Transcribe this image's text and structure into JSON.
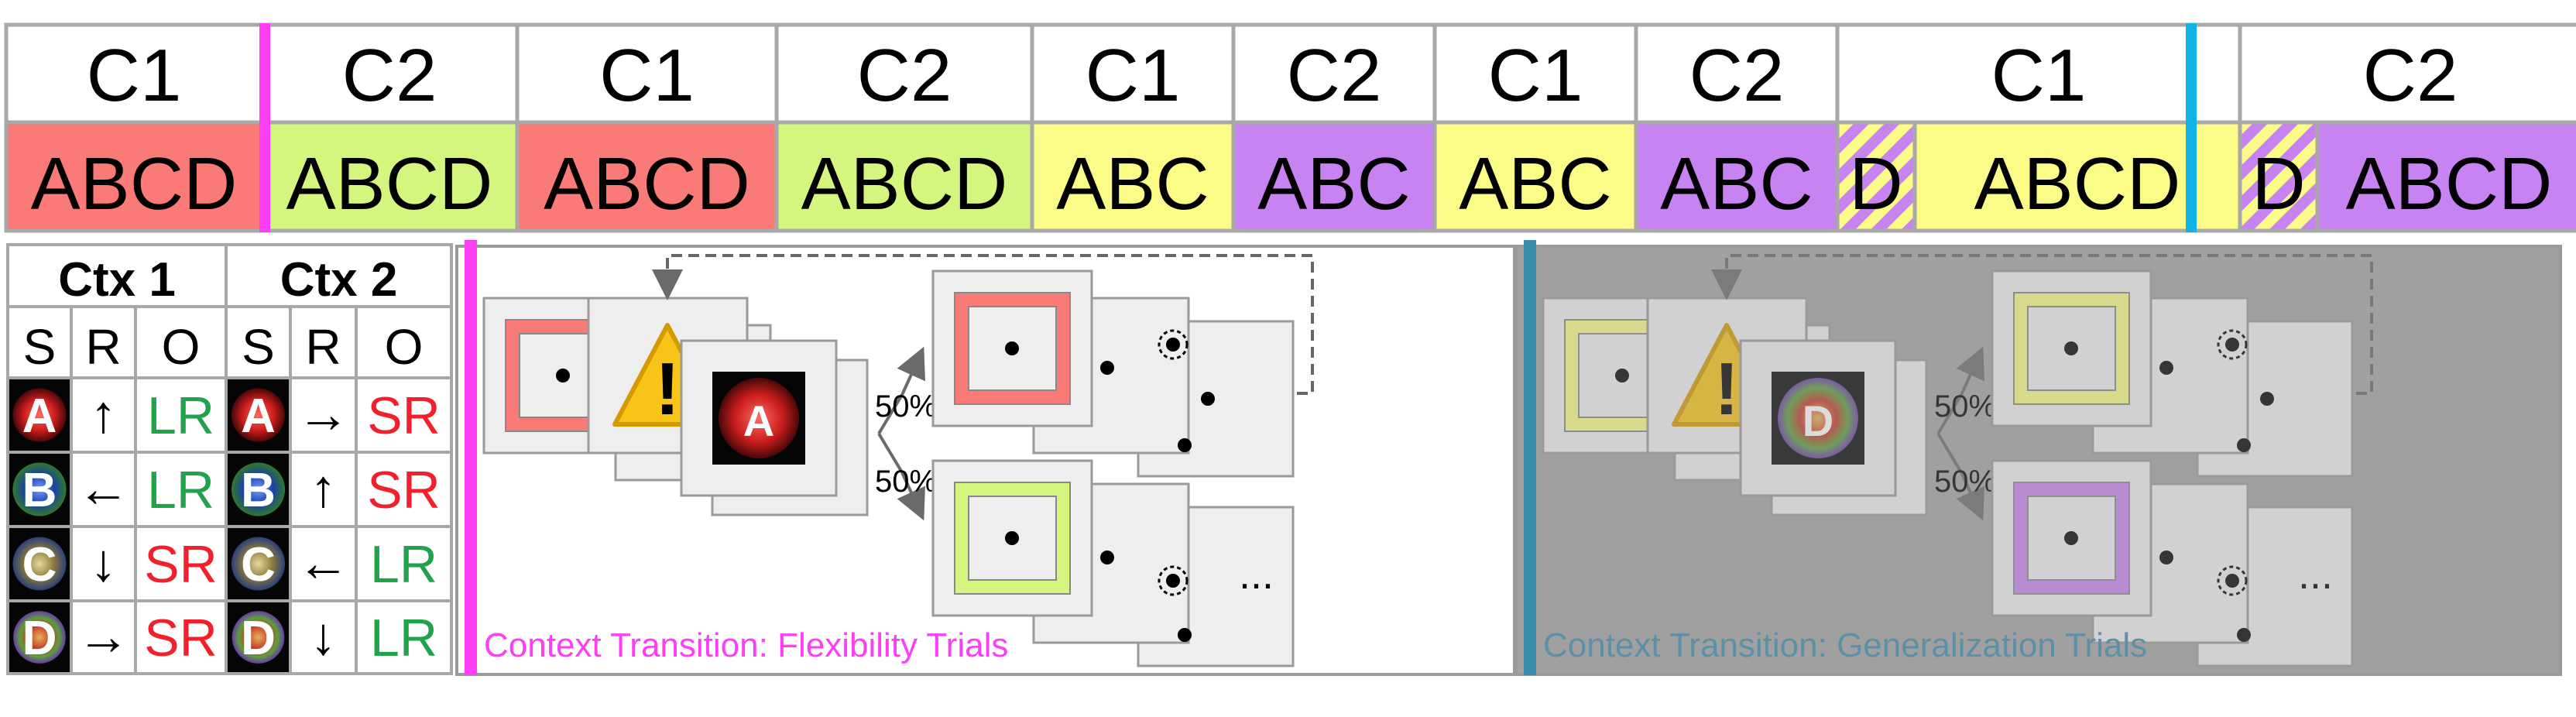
{
  "colors": {
    "red": "#fa7a78",
    "green": "#d4f57e",
    "yellow": "#fbfb87",
    "purple": "#c883f2",
    "magenta": "#ff3df5",
    "cyan": "#12b4e8",
    "teal": "#3a8cad",
    "lr_green": "#22a24a",
    "sr_red": "#f2202a",
    "border": "#a8a8a8"
  },
  "blocks": [
    {
      "context": "C1",
      "seq": "ABCD",
      "color": "red"
    },
    {
      "context": "C2",
      "seq": "ABCD",
      "color": "green"
    },
    {
      "context": "C1",
      "seq": "ABCD",
      "color": "red"
    },
    {
      "context": "C2",
      "seq": "ABCD",
      "color": "green"
    },
    {
      "context": "C1",
      "seq": "ABC",
      "color": "yellow"
    },
    {
      "context": "C2",
      "seq": "ABC",
      "color": "purple"
    },
    {
      "context": "C1",
      "seq": "ABC",
      "color": "yellow"
    },
    {
      "context": "C2",
      "seq": "ABC",
      "color": "purple"
    },
    {
      "context": "C1",
      "prefix": "D",
      "seq": "ABCD",
      "color": "yellow"
    },
    {
      "context": "C2",
      "prefix": "D",
      "seq": "ABCD",
      "color": "purple"
    }
  ],
  "rule_table": {
    "contexts": [
      "Ctx 1",
      "Ctx 2"
    ],
    "headers": [
      "S",
      "R",
      "O",
      "S",
      "R",
      "O"
    ],
    "rows": [
      {
        "stim": "A",
        "c1_resp": "↑",
        "c1_out": "LR",
        "c2_resp": "→",
        "c2_out": "SR"
      },
      {
        "stim": "B",
        "c1_resp": "←",
        "c1_out": "LR",
        "c2_resp": "↑",
        "c2_out": "SR"
      },
      {
        "stim": "C",
        "c1_resp": "↓",
        "c1_out": "SR",
        "c2_resp": "←",
        "c2_out": "LR"
      },
      {
        "stim": "D",
        "c1_resp": "→",
        "c1_out": "SR",
        "c2_resp": "↓",
        "c2_out": "LR"
      }
    ]
  },
  "panels": {
    "flexibility": {
      "caption": "Context Transition: Flexibility Trials",
      "stimulus": "A",
      "prob_top": "50%",
      "prob_bottom": "50%",
      "ellipsis": "...",
      "frame_top": "red",
      "frame_bottom": "green"
    },
    "generalization": {
      "caption": "Context Transition: Generalization Trials",
      "stimulus": "D",
      "prob_top": "50%",
      "prob_bottom": "50%",
      "ellipsis": "...",
      "frame_top": "yellow",
      "frame_bottom": "purple"
    }
  },
  "icons": [
    "warning-icon",
    "fixation-dot-icon",
    "target-circle-icon",
    "stimulus-blob-icon"
  ]
}
